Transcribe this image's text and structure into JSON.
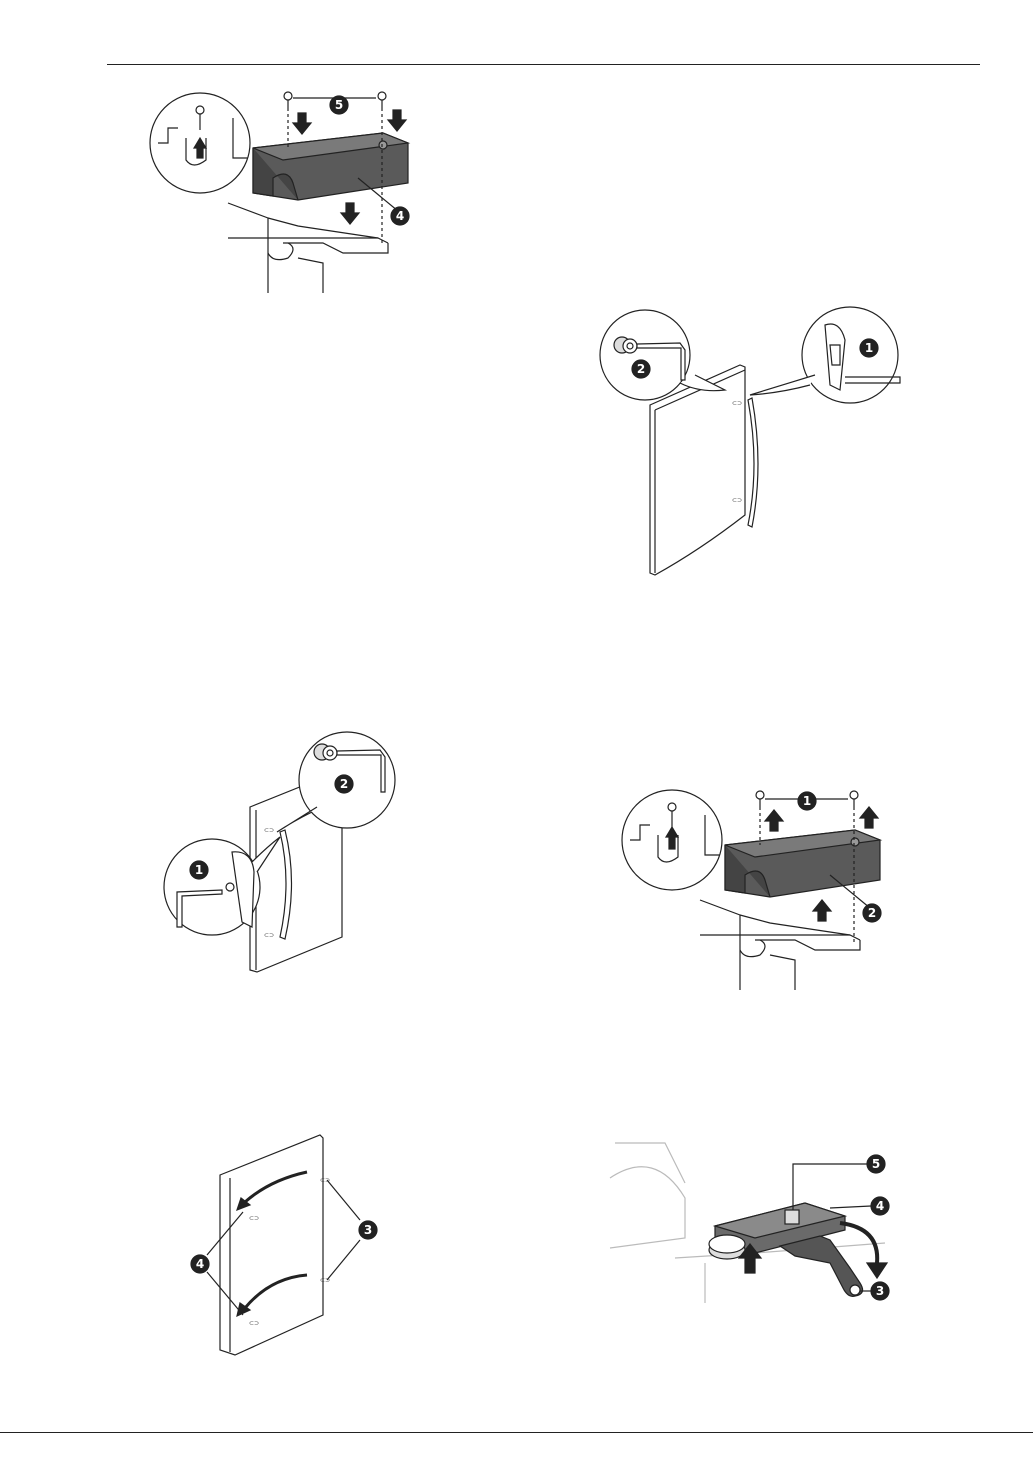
{
  "figures": [
    {
      "id": "fig1",
      "callouts": [
        "5",
        "4"
      ]
    },
    {
      "id": "fig2",
      "callouts": [
        "2",
        "1"
      ]
    },
    {
      "id": "fig3",
      "callouts": [
        "2",
        "1"
      ]
    },
    {
      "id": "fig4",
      "callouts": [
        "1",
        "2"
      ]
    },
    {
      "id": "fig5",
      "callouts": [
        "4",
        "3"
      ]
    },
    {
      "id": "fig6",
      "callouts": [
        "5",
        "4",
        "3"
      ]
    }
  ]
}
